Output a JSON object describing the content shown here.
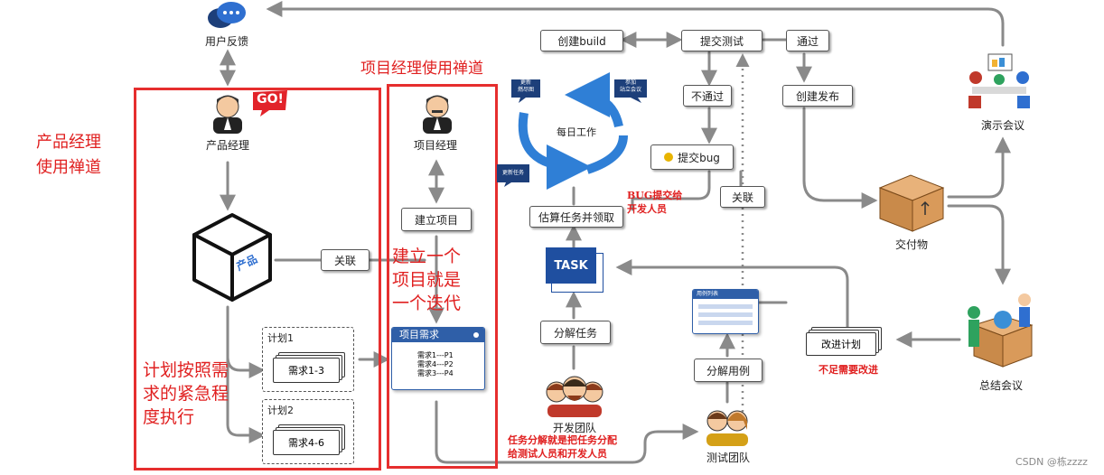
{
  "nodes": {
    "user_feedback": "用户反馈",
    "pm_product": "产品经理",
    "go_badge": "GO!",
    "product_cube": "产品",
    "relate_left": "关联",
    "plan1_title": "计划1",
    "plan1_item": "需求1-3",
    "plan2_title": "计划2",
    "plan2_item": "需求4-6",
    "project_manager": "项目经理",
    "create_project": "建立项目",
    "req_card_title": "项目需求",
    "req_card_lines": [
      "需求1---P1",
      "需求4---P2",
      "需求3---P4"
    ],
    "create_build": "创建build",
    "submit_test": "提交测试",
    "pass": "通过",
    "fail": "不通过",
    "create_release": "创建发布",
    "daily_work": "每日工作",
    "bubble_update_burndown": "更新\n燃尽图",
    "bubble_standup": "参加\n站立会议",
    "bubble_update_task": "更新任务",
    "submit_bug": "提交bug",
    "estimate_task": "估算任务并领取",
    "relate_mid": "关联",
    "task_logo": "TASK",
    "decompose_task": "分解任务",
    "dev_team": "开发团队",
    "case_list_title": "用例列表",
    "decompose_case": "分解用例",
    "test_team": "测试团队",
    "deliverable": "交付物",
    "demo_meeting": "演示会议",
    "improve_plan": "改进计划",
    "summary_meeting": "总结会议"
  },
  "annotations": {
    "pm_title": "项目经理使用禅道",
    "product_title_line1": "产品经理",
    "product_title_line2": "使用禅道",
    "iteration_line1": "建立一个",
    "iteration_line2": "项目就是",
    "iteration_line3": "一个迭代",
    "plan_line1": "计划按照需",
    "plan_line2": "求的紧急程",
    "plan_line3": "度执行",
    "bug_line1": "BUG提交给",
    "bug_line2": "开发人员",
    "task_line1": "任务分解就是把任务分配",
    "task_line2": "给测试人员和开发人员",
    "improve_note": "不足需要改进"
  },
  "watermark": "CSDN @栋zzzz",
  "colors": {
    "annotation_red": "#e02020",
    "frame_red": "#e62e2e",
    "cycle_blue": "#2f7fd6",
    "task_blue": "#1f4fa0",
    "line_gray": "#8a8a8a"
  }
}
